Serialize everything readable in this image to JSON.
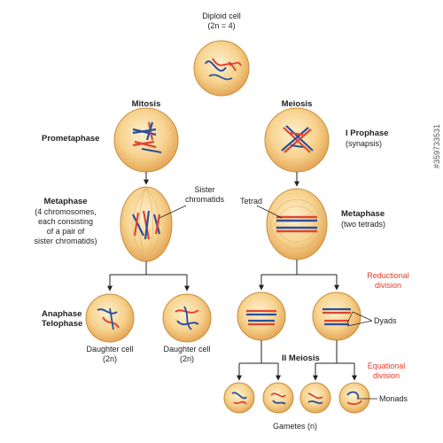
{
  "labels": {
    "diploid": "Diploid cell",
    "diploid_formula": "(2n = 4)",
    "mitosis": "Mitosis",
    "meiosis": "Meiosis",
    "prometaphase": "Prometaphase",
    "prophase_1": "I Prophase",
    "synapsis": "(synapsis)",
    "metaphase_left": "Metaphase",
    "metaphase_left_desc_1": "(4 chromosomes,",
    "metaphase_left_desc_2": "each consisting",
    "metaphase_left_desc_3": "of a pair of",
    "metaphase_left_desc_4": "sister chromatids)",
    "sister_1": "Sister",
    "sister_2": "chromatids",
    "tetrad": "Tetrad",
    "metaphase_right": "Metaphase",
    "two_tetrads": "(two tetrads)",
    "reductional_1": "Reductional",
    "reductional_2": "division",
    "anaphase": "Anaphase",
    "telophase": "Telophase",
    "dyads": "Dyads",
    "daughter_1a": "Daughter cell",
    "daughter_1b": "(2n)",
    "daughter_2a": "Daughter cell",
    "daughter_2b": "(2n)",
    "ii_meiosis": "II Meiosis",
    "equational_1": "Equational",
    "equational_2": "division",
    "monads": "Monads",
    "gametes": "Gametes (n)",
    "watermark": "#359733531"
  },
  "colors": {
    "cell_fill": "#f5cf87",
    "cell_edge": "#c98e3b",
    "chrom_red": "#e04430",
    "chrom_blue": "#2a4f9c",
    "line": "#222222",
    "accent_red": "#e63a22"
  }
}
